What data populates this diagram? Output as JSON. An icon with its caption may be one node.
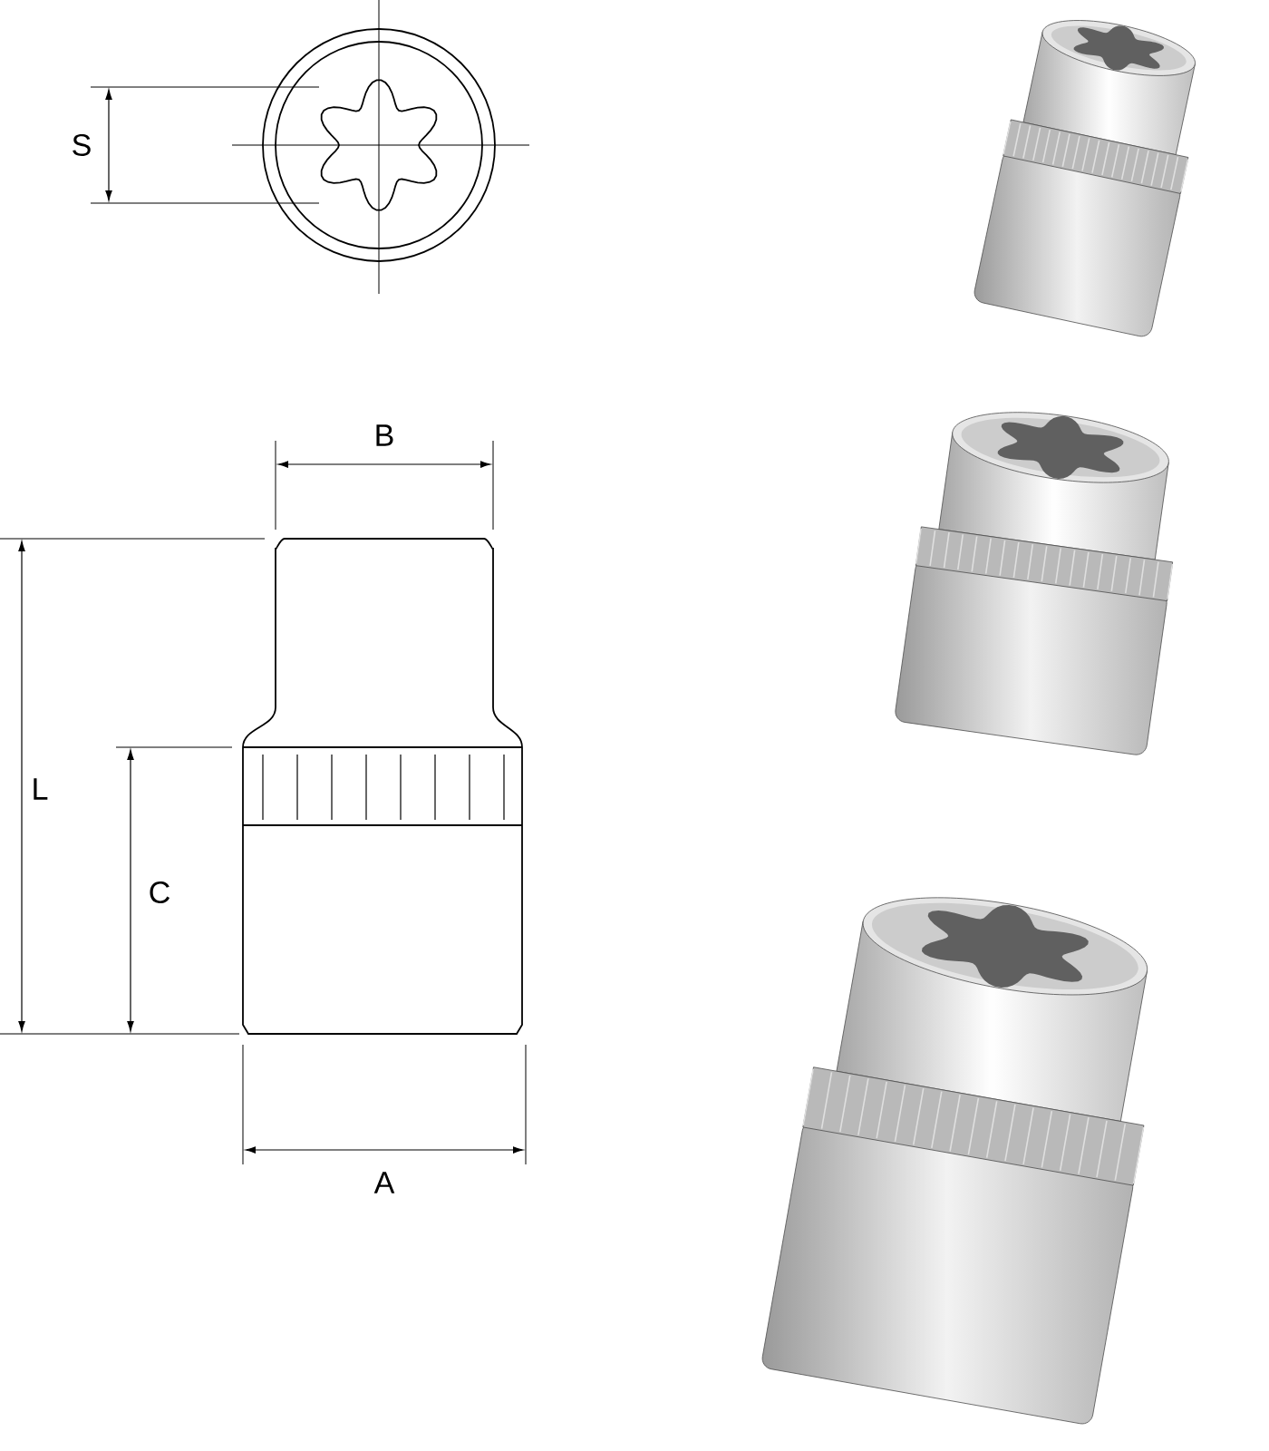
{
  "diagram": {
    "labels": [
      "S",
      "B",
      "L",
      "C",
      "A"
    ]
  }
}
